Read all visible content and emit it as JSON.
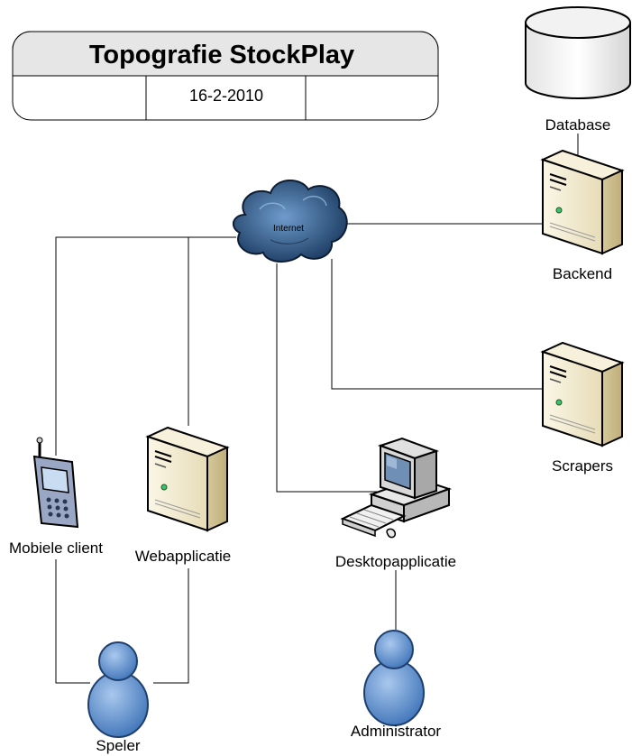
{
  "title_block": {
    "title": "Topografie StockPlay",
    "cell_left": "",
    "date": "16-2-2010",
    "cell_right": ""
  },
  "nodes": {
    "internet": "Internet",
    "database": "Database",
    "backend": "Backend",
    "scrapers": "Scrapers",
    "mobile_client": "Mobiele client",
    "webapplicatie": "Webapplicatie",
    "desktopapplicatie": "Desktopapplicatie",
    "speler": "Speler",
    "administrator": "Administrator"
  },
  "icons": {
    "internet": "cloud-icon",
    "database": "database-cylinder-icon",
    "backend": "server-tower-icon",
    "scrapers": "server-tower-icon",
    "mobile_client": "mobile-phone-icon",
    "webapplicatie": "server-tower-icon",
    "desktopapplicatie": "desktop-computer-icon",
    "speler": "user-person-icon",
    "administrator": "user-person-icon"
  },
  "colors": {
    "server_body": "#f2ecd6",
    "cloud": "#2f5f8f",
    "person": "#5b8fcf",
    "title_band": "#e6e6e6"
  }
}
